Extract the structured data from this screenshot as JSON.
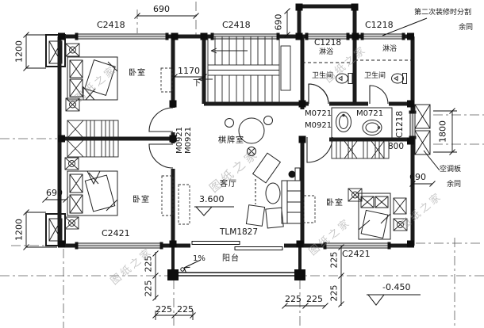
{
  "meta": {
    "watermark": "图纸之家"
  },
  "rooms": {
    "bedroom": "卧室",
    "chess_room": "棋牌室",
    "living_room": "客厅",
    "bathroom": "卫生间",
    "shower": "淋浴",
    "balcony": "阳台"
  },
  "openings": {
    "window_c2418": "C2418",
    "window_c2421": "C2421",
    "window_c1218": "C1218",
    "door_m0921": "M0921",
    "door_m0721": "M0721",
    "balcony_door": "TLM1827"
  },
  "dimensions": {
    "d690": "690",
    "d1200": "1200",
    "d1170": "1170",
    "d1800": "1800",
    "d800": "800",
    "d225": "225"
  },
  "levels": {
    "floor": "3.600",
    "ground": "-0.450"
  },
  "annotations": {
    "renovation_split": "第二次装修时分割",
    "rest_same": "余同",
    "ac_panel": "空调板",
    "slope": "1%",
    "stair_down": "下"
  }
}
